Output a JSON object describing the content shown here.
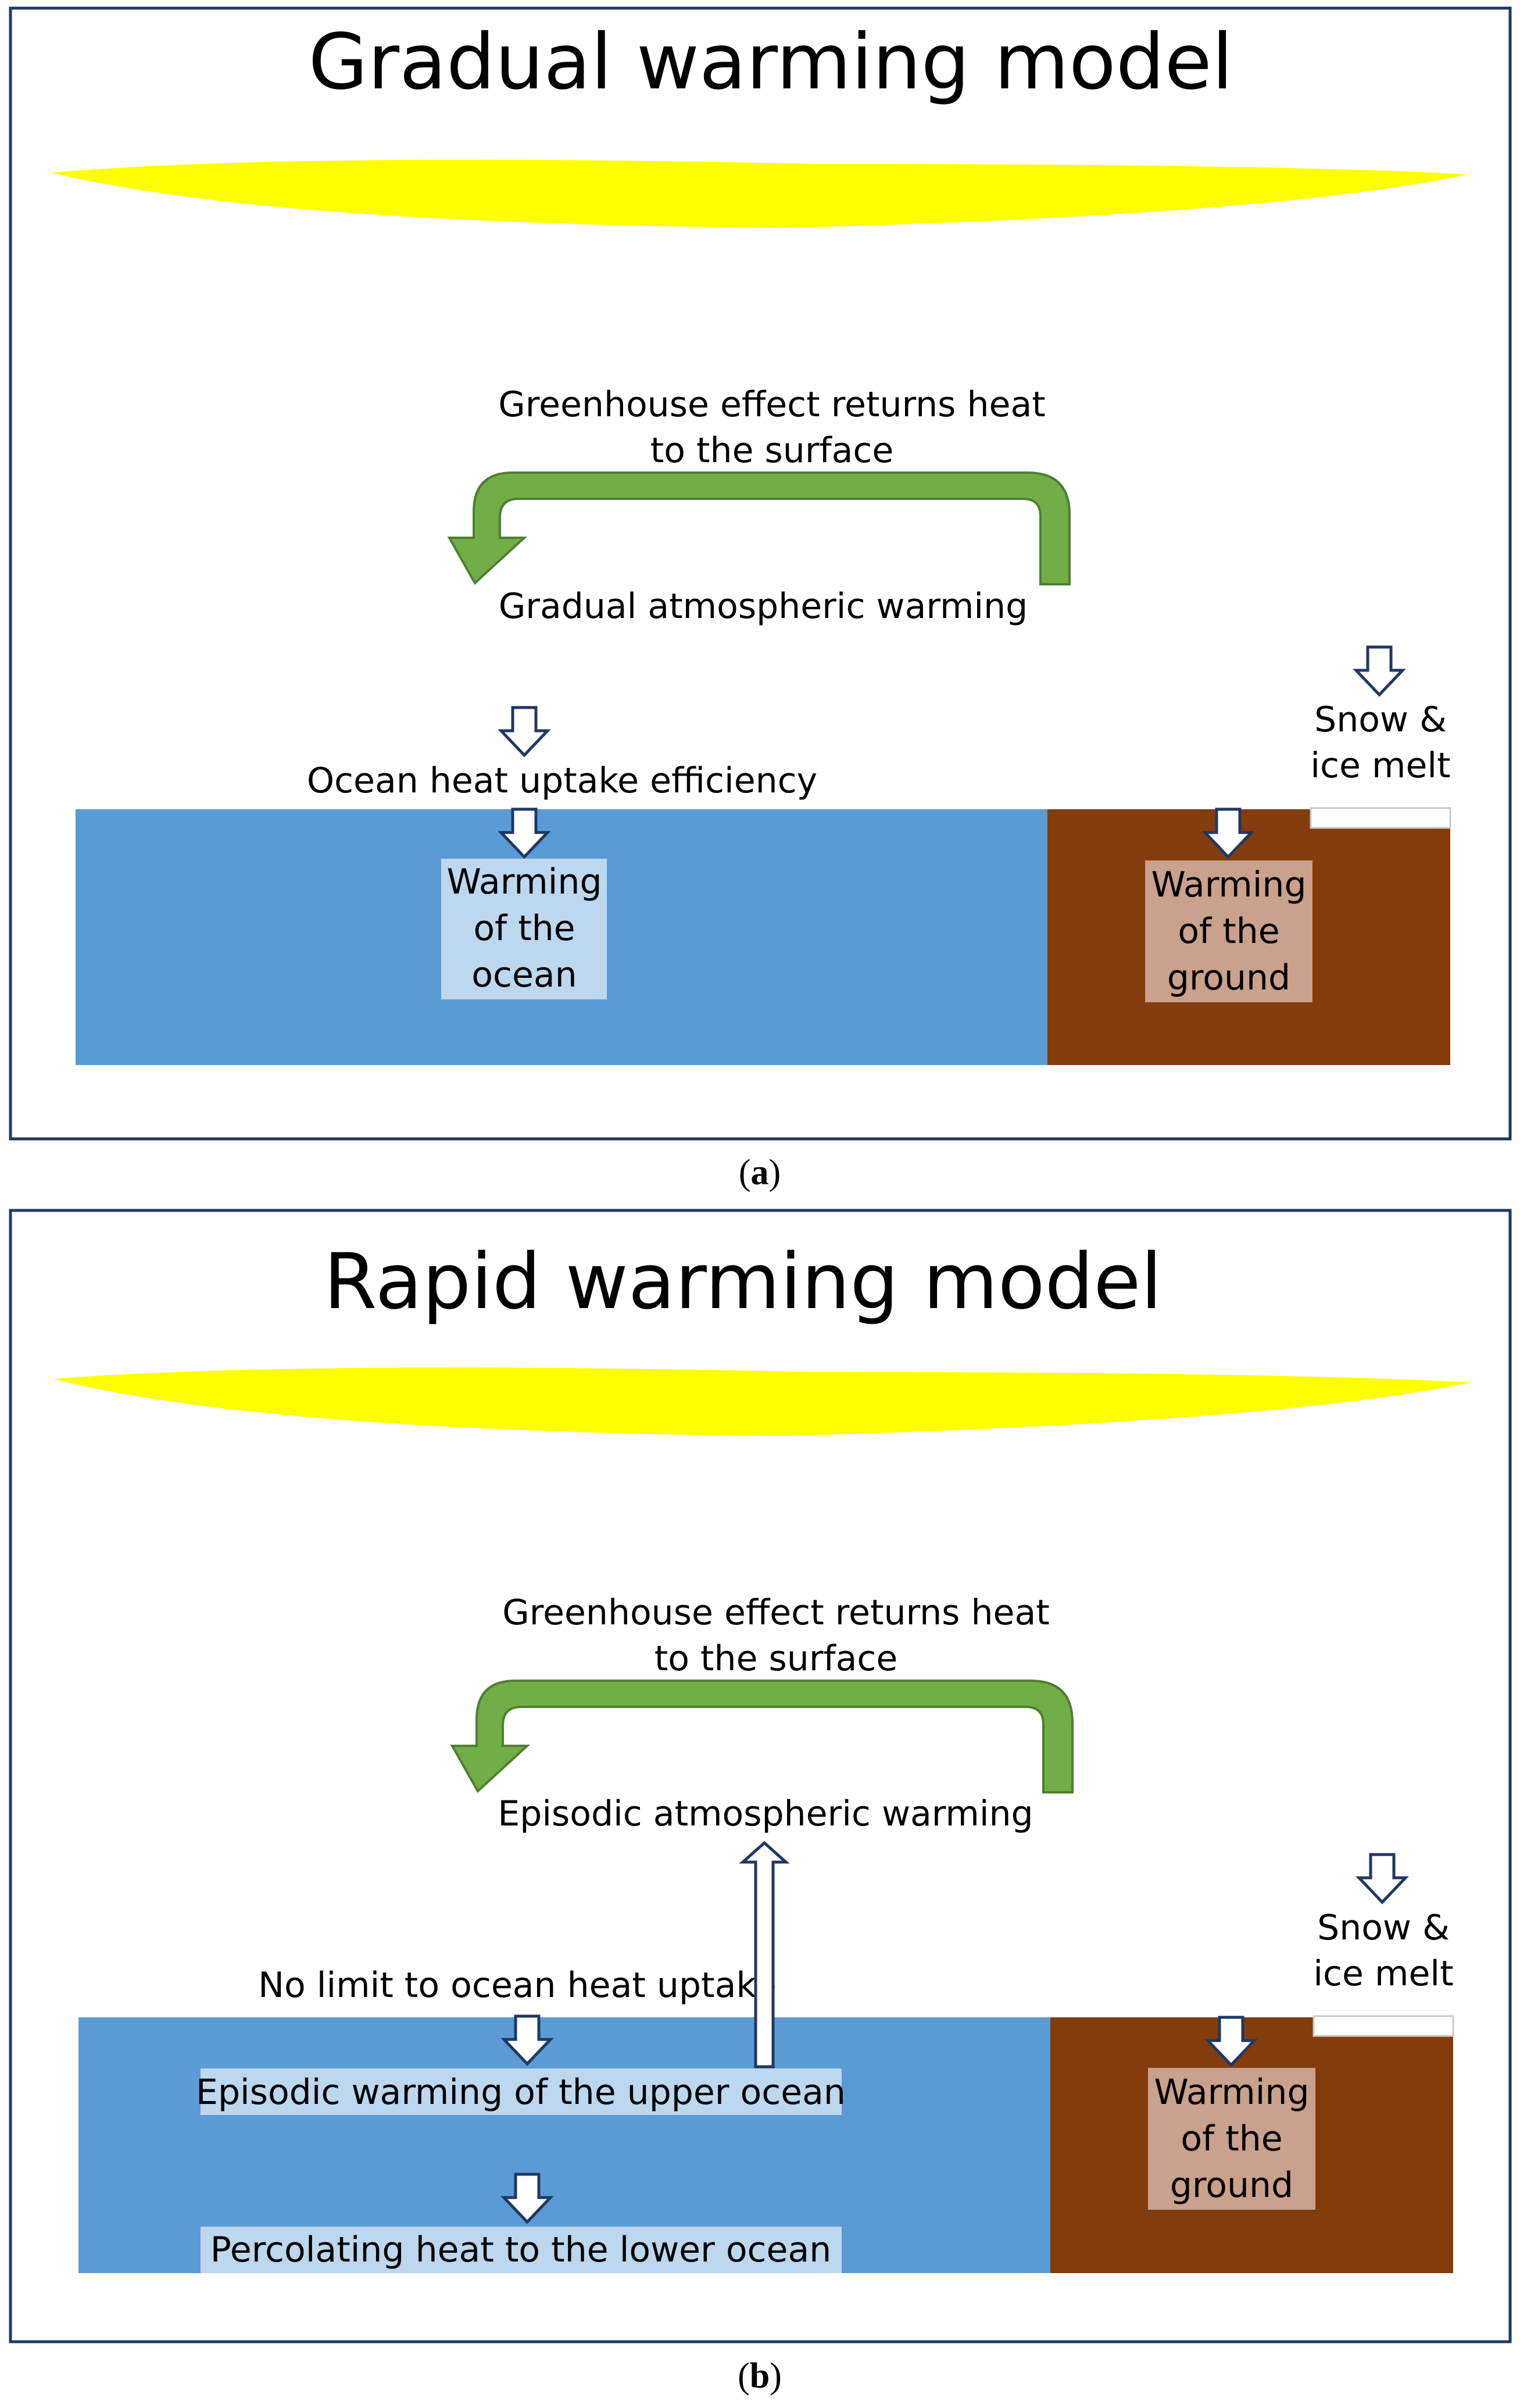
{
  "panels": [
    {
      "caption_letter": "a",
      "title": "Gradual warming model",
      "greenhouse_label": [
        "Greenhouse effect returns heat",
        "to the surface"
      ],
      "atmosphere_label": "Gradual atmospheric warming",
      "ocean_uptake_label": "Ocean heat uptake efficiency",
      "ocean_box": [
        "Warming",
        "of the",
        "ocean"
      ],
      "ground_box": [
        "Warming",
        "of the",
        "ground"
      ],
      "snow_label": [
        "Snow &",
        "ice melt"
      ]
    },
    {
      "caption_letter": "b",
      "title": "Rapid warming model",
      "greenhouse_label": [
        "Greenhouse effect returns heat",
        "to the surface"
      ],
      "atmosphere_label": "Episodic atmospheric warming",
      "ocean_uptake_label": "No limit to ocean heat uptake",
      "upper_ocean_label": "Episodic warming of the upper ocean",
      "lower_ocean_label": "Percolating heat to the lower ocean",
      "ground_box": [
        "Warming",
        "of the",
        "ground"
      ],
      "snow_label": [
        "Snow &",
        "ice melt"
      ]
    }
  ],
  "colors": {
    "sun": "#ffff00",
    "ocean": "#5b9bd5",
    "ocean_label_box": "#bdd7ee",
    "ground": "#843c0c",
    "ground_label_box": "#c9a18c",
    "greenhouse_arrow": "#70ad47",
    "greenhouse_arrow_edge": "#507e32",
    "outline_arrow": "#1f3864",
    "frame": "#1f3864"
  }
}
